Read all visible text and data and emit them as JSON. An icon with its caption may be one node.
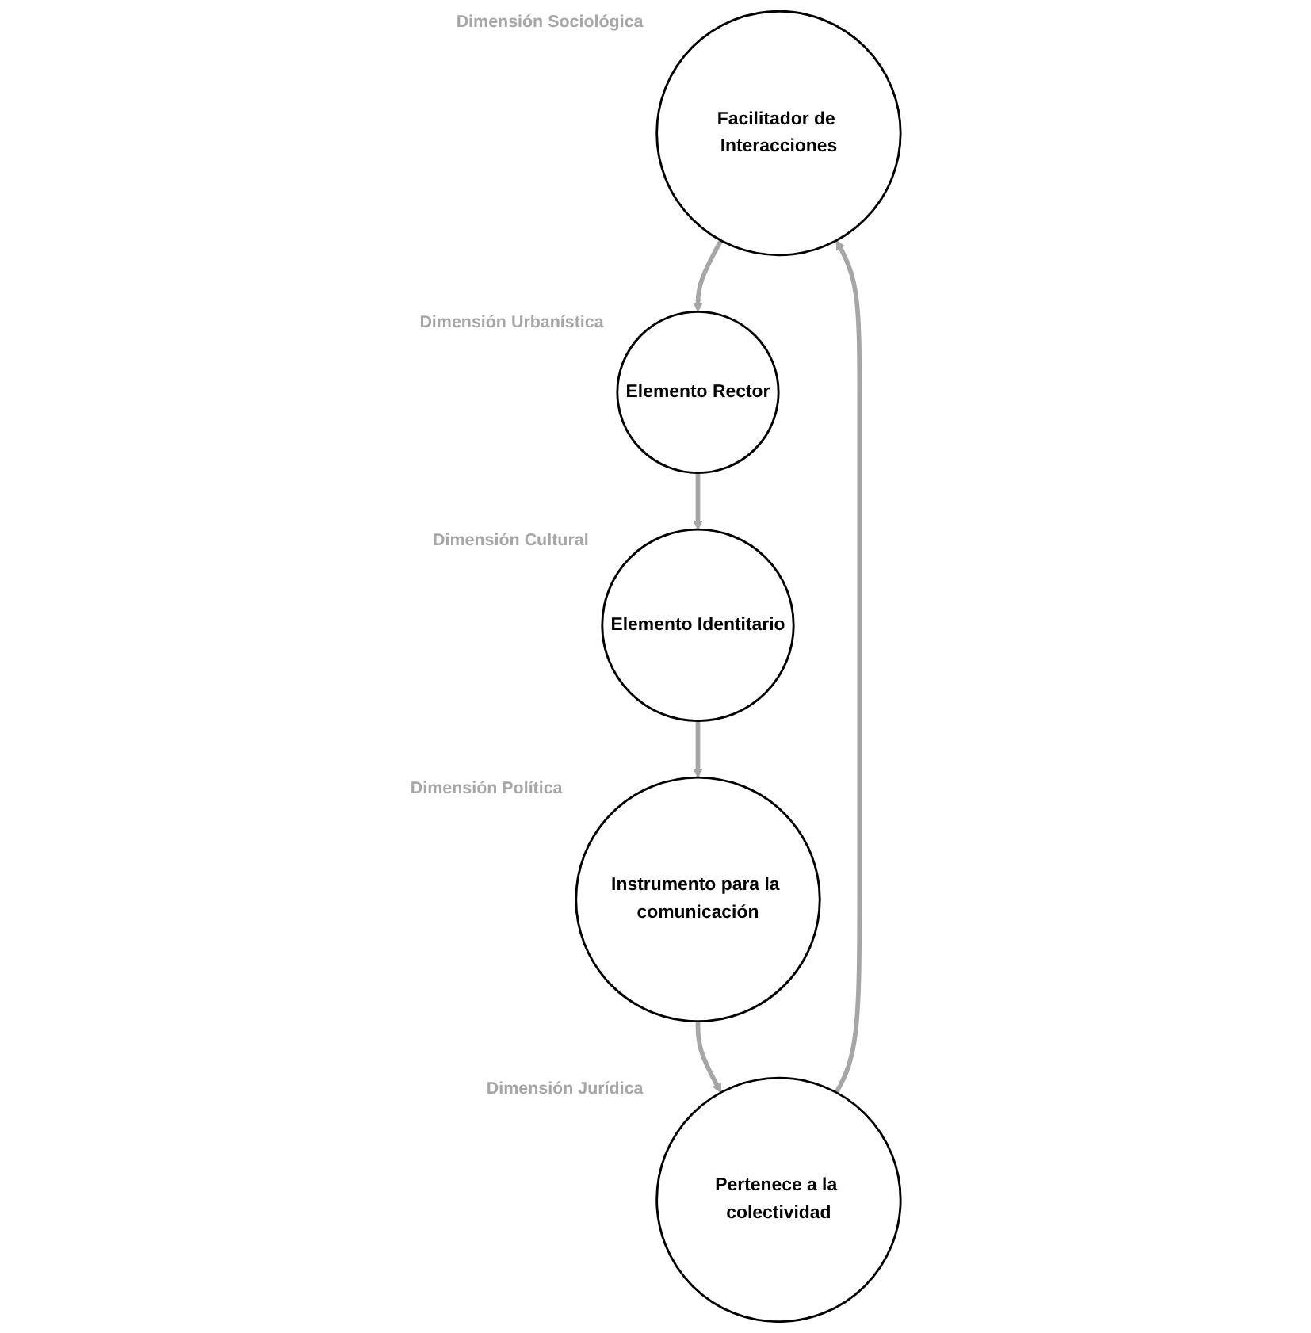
{
  "diagram": {
    "nodes": [
      {
        "text": [
          "Facilitador de Interacciones"
        ],
        "beside": [
          "Dimensión Sociológica"
        ]
      },
      {
        "text": [
          "Pertenece a la colectividad"
        ],
        "beside": [
          "Dimensión Jurídica"
        ]
      },
      {
        "text": [
          "Elemento Rector"
        ],
        "beside": [
          "Dimensión Urbanística"
        ]
      },
      {
        "text": [
          "Instrumento para la comunicación"
        ],
        "beside": [
          "Dimensión Política"
        ]
      },
      {
        "text": [
          "Elemento Identitario"
        ],
        "beside": [
          "Dimensión Cultural"
        ]
      }
    ],
    "edges": [
      {
        "from": 0,
        "to": 2,
        "arrow": "to"
      },
      {
        "from": 2,
        "to": 4,
        "arrow": "to"
      },
      {
        "from": 4,
        "to": 3,
        "arrow": "to"
      },
      {
        "from": 3,
        "to": 1,
        "arrow": "to"
      },
      {
        "from": 1,
        "to": 0,
        "arrow": "to"
      }
    ]
  }
}
